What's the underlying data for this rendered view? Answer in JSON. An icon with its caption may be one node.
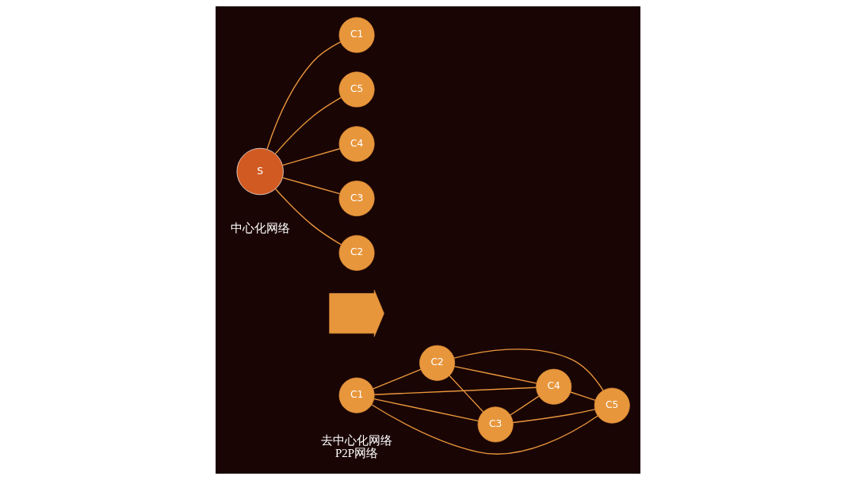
{
  "diagram": {
    "nodes": [
      {
        "text": [
          "C1"
        ]
      },
      {
        "text": [
          "C2"
        ]
      },
      {
        "text": [
          "S"
        ]
      },
      {
        "text": [
          "C3"
        ]
      },
      {
        "text": [
          "C4"
        ]
      },
      {
        "text": [
          "C5"
        ]
      },
      {
        "text": [],
        "shape": "arrow"
      },
      {
        "text": [
          "C1"
        ]
      },
      {
        "text": [
          "C2"
        ]
      },
      {
        "text": [
          "C3"
        ]
      },
      {
        "text": [
          "C4"
        ]
      },
      {
        "text": [
          "C5"
        ]
      }
    ],
    "edges": [
      {
        "from": 2,
        "to": 0,
        "arrow": "none"
      },
      {
        "from": 2,
        "to": 1,
        "arrow": "none"
      },
      {
        "from": 2,
        "to": 3,
        "arrow": "none"
      },
      {
        "from": 2,
        "to": 4,
        "arrow": "none"
      },
      {
        "from": 2,
        "to": 5,
        "arrow": "none"
      },
      {
        "from": 7,
        "to": 8,
        "arrow": "none"
      },
      {
        "from": 7,
        "to": 9,
        "arrow": "none"
      },
      {
        "from": 7,
        "to": 10,
        "arrow": "none"
      },
      {
        "from": 7,
        "to": 11,
        "arrow": "none"
      },
      {
        "from": 8,
        "to": 9,
        "arrow": "none"
      },
      {
        "from": 8,
        "to": 10,
        "arrow": "none"
      },
      {
        "from": 8,
        "to": 11,
        "arrow": "none"
      },
      {
        "from": 9,
        "to": 10,
        "arrow": "none"
      },
      {
        "from": 9,
        "to": 11,
        "arrow": "none"
      },
      {
        "from": 10,
        "to": 11,
        "arrow": "none"
      }
    ],
    "labels": [
      "中心化网络",
      "去中心化网络",
      "P2P网络"
    ]
  }
}
